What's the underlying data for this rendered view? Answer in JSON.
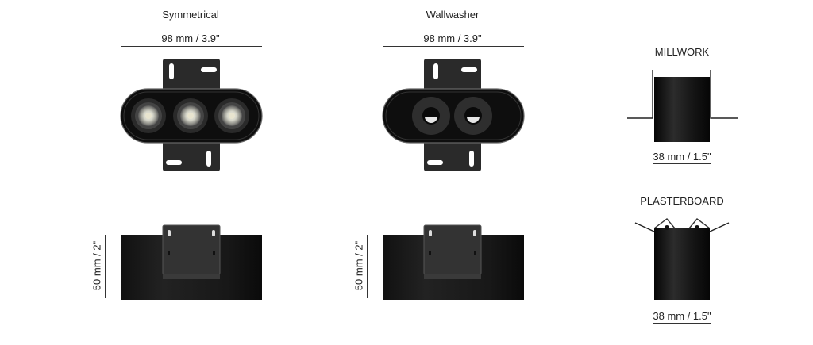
{
  "columns": {
    "symmetrical": {
      "title": "Symmetrical",
      "width_dim": "98 mm / 3.9\"",
      "height_dim": "50 mm / 2\""
    },
    "wallwasher": {
      "title": "Wallwasher",
      "width_dim": "98 mm / 3.9\"",
      "height_dim": "50 mm / 2\""
    }
  },
  "installs": {
    "millwork": {
      "title": "MILLWORK",
      "dim": "38 mm / 1.5\""
    },
    "plasterboard": {
      "title": "PLASTERBOARD",
      "dim": "38 mm / 1.5\""
    }
  },
  "colors": {
    "housing": "#0e0e0e",
    "bracket": "#2a2a2a",
    "lens": "#cfcfc4",
    "outline": "#555555"
  }
}
